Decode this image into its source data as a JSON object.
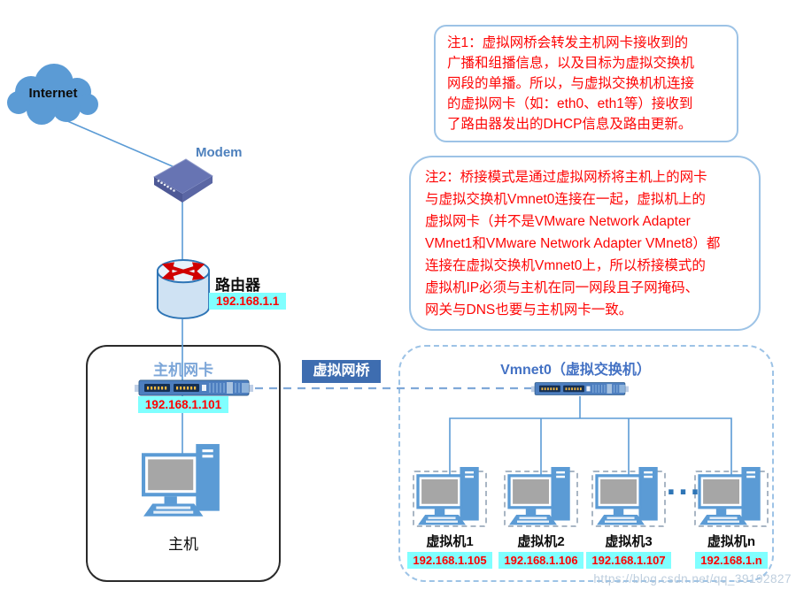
{
  "notes": {
    "note1": {
      "lines": [
        "注1：虚拟网桥会转发主机网卡接收到的",
        "广播和组播信息，以及目标为虚拟交换机",
        "网段的单播。所以，与虚拟交换机机连接",
        "的虚拟网卡（如：eth0、eth1等）接收到",
        "了路由器发出的DHCP信息及路由更新。"
      ]
    },
    "note2": {
      "lines": [
        "注2：桥接模式是通过虚拟网桥将主机上的网卡",
        "与虚拟交换机Vmnet0连接在一起，虚拟机上的",
        "虚拟网卡（并不是VMware Network Adapter",
        "VMnet1和VMware Network Adapter VMnet8）都",
        "连接在虚拟交换机Vmnet0上，所以桥接模式的",
        "虚拟机IP必须与主机在同一网段且子网掩码、",
        "网关与DNS也要与主机网卡一致。"
      ]
    }
  },
  "nodes": {
    "internet": {
      "label": "Internet"
    },
    "modem": {
      "label": "Modem"
    },
    "router": {
      "label": "路由器",
      "ip": "192.168.1.1"
    },
    "host_nic": {
      "label": "主机网卡",
      "ip": "192.168.1.101"
    },
    "host": {
      "label": "主机"
    },
    "bridge": {
      "label": "虚拟网桥"
    },
    "vswitch": {
      "label": "Vmnet0（虚拟交换机）"
    },
    "vms": [
      {
        "label": "虚拟机1",
        "ip": "192.168.1.105"
      },
      {
        "label": "虚拟机2",
        "ip": "192.168.1.106"
      },
      {
        "label": "虚拟机3",
        "ip": "192.168.1.107"
      },
      {
        "label": "虚拟机n",
        "ip": "192.168.1.n"
      }
    ],
    "ellipsis": "..."
  },
  "watermark": "https://blog.csdn.net/qq_39192827",
  "colors": {
    "accent_blue": "#5B9BD5",
    "label_blue": "#4472C4",
    "light_label_blue": "#7CA6D8",
    "note_red": "#FF0000",
    "note_border": "#9DC3E6",
    "ip_badge_bg": "#80FFFF",
    "bridge_badge_bg": "#3E6DB0",
    "device_bar_blue": "#4D7EBF",
    "screen_grey": "#A6A6A6"
  }
}
